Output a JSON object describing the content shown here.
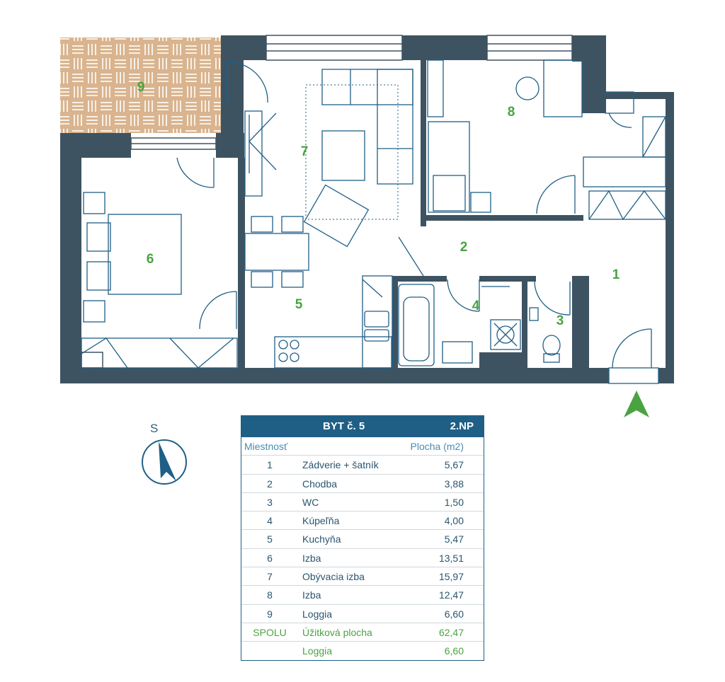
{
  "rooms": [
    {
      "num": "1"
    },
    {
      "num": "2"
    },
    {
      "num": "3"
    },
    {
      "num": "4"
    },
    {
      "num": "5"
    },
    {
      "num": "6"
    },
    {
      "num": "7"
    },
    {
      "num": "8"
    },
    {
      "num": "9"
    }
  ],
  "compass": {
    "letter": "S"
  },
  "colors": {
    "wall": "#3e5361",
    "furniture": "#1f5f86",
    "loggia": "#d9b48e",
    "accent": "#4aa341",
    "table_head": "#1f5f86"
  },
  "table": {
    "title": "BYT č. 5",
    "floor": "2.NP",
    "col_room": "Miestnosť",
    "col_area": "Plocha (m2)",
    "rows": [
      {
        "num": "1",
        "name": "Zádverie + šatník",
        "area": "5,67"
      },
      {
        "num": "2",
        "name": "Chodba",
        "area": "3,88"
      },
      {
        "num": "3",
        "name": "WC",
        "area": "1,50"
      },
      {
        "num": "4",
        "name": "Kúpeľňa",
        "area": "4,00"
      },
      {
        "num": "5",
        "name": "Kuchyňa",
        "area": "5,47"
      },
      {
        "num": "6",
        "name": "Izba",
        "area": "13,51"
      },
      {
        "num": "7",
        "name": "Obývacia izba",
        "area": "15,97"
      },
      {
        "num": "8",
        "name": "Izba",
        "area": "12,47"
      },
      {
        "num": "9",
        "name": "Loggia",
        "area": "6,60"
      }
    ],
    "total": {
      "label": "SPOLU",
      "name": "Úžitková plocha",
      "area": "62,47"
    },
    "loggia": {
      "name": "Loggia",
      "area": "6,60"
    }
  }
}
